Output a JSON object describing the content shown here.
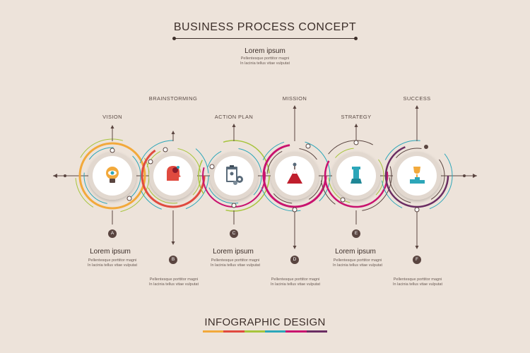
{
  "title": "BUSINESS PROCESS CONCEPT",
  "intro": {
    "heading": "Lorem ipsum",
    "line1": "Pellentesque porttitor magni",
    "line2": "In lacinia tellus vitae vulputat"
  },
  "steps": [
    {
      "label": "VISION",
      "letter": "A",
      "icon": "lightbulb-eye-icon",
      "color": "#f2a93b",
      "heading": "Lorem ipsum",
      "line1": "Pellentesque porttitor magni",
      "line2": "In lacinia tellus vitae vulputat"
    },
    {
      "label": "BRAINSTORMING",
      "letter": "B",
      "icon": "brain-head-icon",
      "color": "#e04a3f",
      "heading": "",
      "line1": "Pellentesque porttitor magni",
      "line2": "In lacinia tellus vitae vulputat"
    },
    {
      "label": "ACTION PLAN",
      "letter": "C",
      "icon": "clipboard-gears-icon",
      "color": "#d9c23a",
      "heading": "Lorem ipsum",
      "line1": "Pellentesque porttitor magni",
      "line2": "In lacinia tellus vitae vulputat"
    },
    {
      "label": "MISSION",
      "letter": "D",
      "icon": "mountain-target-icon",
      "color": "#c8136f",
      "heading": "",
      "line1": "Pellentesque porttitor magni",
      "line2": "In lacinia tellus vitae vulputat"
    },
    {
      "label": "STRATEGY",
      "letter": "E",
      "icon": "chess-rook-icon",
      "color": "#8b2f6a",
      "heading": "Lorem ipsum",
      "line1": "Pellentesque porttitor magni",
      "line2": "In lacinia tellus vitae vulputat"
    },
    {
      "label": "SUCCESS",
      "letter": "F",
      "icon": "trophy-podium-icon",
      "color": "#6a2d63",
      "heading": "",
      "line1": "Pellentesque porttitor magni",
      "line2": "In lacinia tellus vitae vulputat"
    }
  ],
  "footer": "INFOGRAPHIC DESIGN",
  "footer_colors": [
    "#f2a93b",
    "#e04a3f",
    "#a7c43c",
    "#2ca6b9",
    "#c8136f",
    "#6a2d63"
  ]
}
